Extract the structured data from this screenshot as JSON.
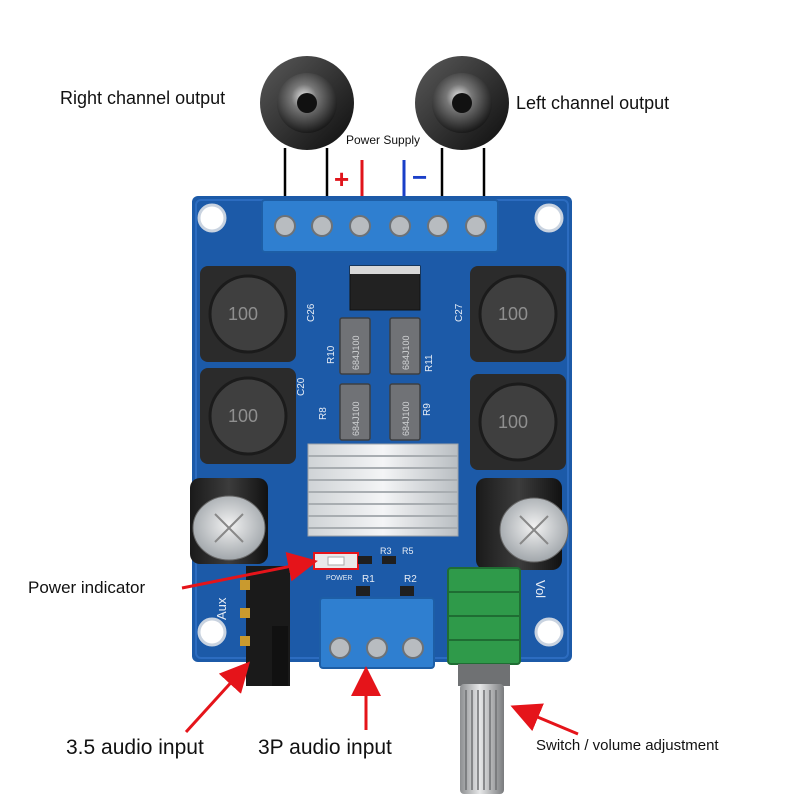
{
  "labels": {
    "right_channel": "Right channel output",
    "left_channel": "Left channel output",
    "power_supply": "Power Supply",
    "plus": "+",
    "minus": "−",
    "power_indicator": "Power indicator",
    "audio_35": "3.5 audio input",
    "audio_3p": "3P audio input",
    "switch_volume": "Switch / volume adjustment"
  },
  "board_markings": {
    "inductor": "100",
    "cap_film": "684J100",
    "c26": "C26",
    "c27": "C27",
    "c20": "C20",
    "r10": "R10",
    "r11": "R11",
    "r8": "R8",
    "r9": "R9",
    "r1": "R1",
    "r2": "R2",
    "r3": "R3",
    "r5": "R5",
    "power_tag": "POWER",
    "aux": "Aux",
    "vol": "Vol"
  },
  "colors": {
    "pcb": "#1c5aa8",
    "terminal": "#2f7fd0",
    "plus_red": "#e0141b",
    "minus_blue": "#1a3fc8",
    "arrow_red": "#e5141a",
    "pot_green": "#2f9a4a"
  }
}
